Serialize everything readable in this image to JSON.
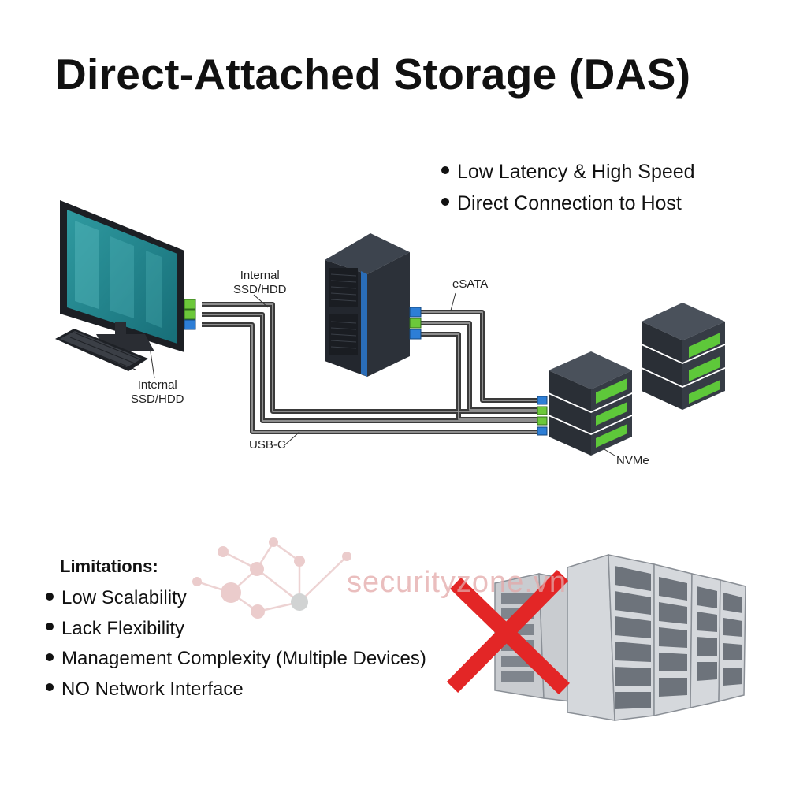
{
  "title": "Direct-Attached Storage (DAS)",
  "benefits": [
    "Low Latency & High Speed",
    "Direct Connection to Host"
  ],
  "labels": {
    "internal_top": "Internal\nSSD/HDD",
    "internal_bottom": "Internal\nSSD/HDD",
    "esata": "eSATA",
    "usbc": "USB-C",
    "nvme": "NVMe"
  },
  "limitations": {
    "title": "Limitations:",
    "items": [
      "Low Scalability",
      "Lack Flexibility",
      "Management Complexity (Multiple Devices)",
      "NO Network Interface"
    ]
  },
  "watermark": "securityzone.vn",
  "colors": {
    "screen": "#2a8f96",
    "connector_green": "#6cc83a",
    "connector_blue": "#2d7ed6",
    "drive_green": "#5ec83a",
    "cross_red": "#e32626",
    "cable": "#3a3a3a"
  }
}
